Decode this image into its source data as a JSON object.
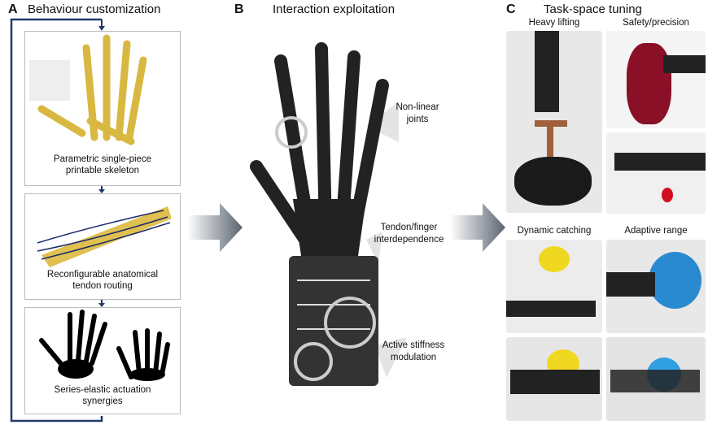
{
  "panel_a": {
    "letter": "A",
    "title": "Behaviour customization",
    "steps": [
      {
        "caption_l1": "Parametric single-piece",
        "caption_l2": "printable skeleton"
      },
      {
        "caption_l1": "Reconfigurable anatomical",
        "caption_l2": "tendon routing"
      },
      {
        "caption_l1": "Series-elastic actuation",
        "caption_l2": "synergies"
      }
    ]
  },
  "panel_b": {
    "letter": "B",
    "title": "Interaction exploitation",
    "annotations": [
      {
        "l1": "Non-linear",
        "l2": "joints"
      },
      {
        "l1": "Tendon/finger",
        "l2": "interdependence"
      },
      {
        "l1": "Active stiffness",
        "l2": "modulation"
      }
    ]
  },
  "panel_c": {
    "letter": "C",
    "title": "Task-space tuning",
    "tasks": [
      "Heavy lifting",
      "Safety/precision",
      "Dynamic catching",
      "Adaptive range"
    ]
  },
  "colors": {
    "skeleton": "#e0c050",
    "tendon": "#1a2a6a",
    "arrow": "#5a6470"
  }
}
